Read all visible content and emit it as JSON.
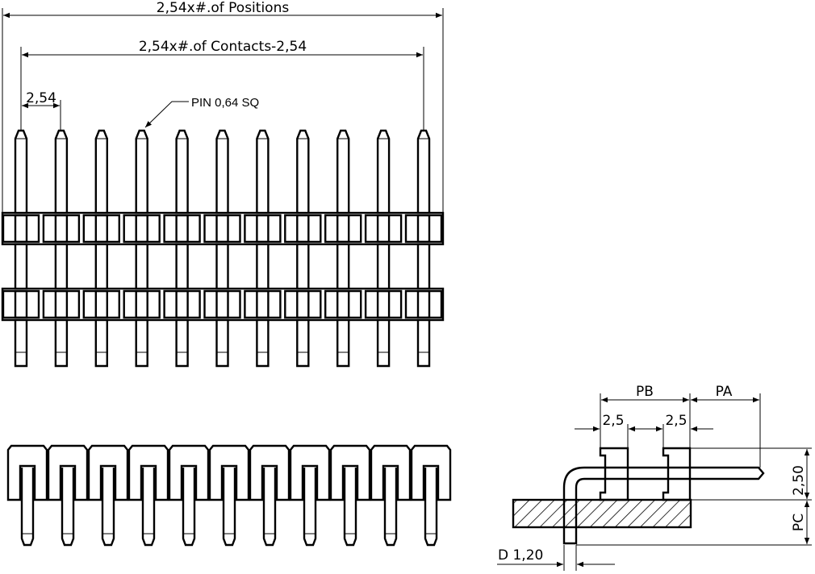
{
  "top_view": {
    "pin_count": 11,
    "dim_positions": "2,54x#.of Positions",
    "dim_contacts": "2,54x#.of Contacts-2,54",
    "dim_pitch": "2,54",
    "pin_note": "PIN 0,64 SQ"
  },
  "front_view": {
    "pin_count": 11
  },
  "side_view": {
    "label_pb": "PB",
    "label_pa": "PA",
    "label_gap1": "2,5",
    "label_gap2": "2,5",
    "label_height": "2,50",
    "label_pc": "PC",
    "label_d": "D 1,20"
  },
  "colors": {
    "line": "#000000",
    "background": "#ffffff"
  }
}
